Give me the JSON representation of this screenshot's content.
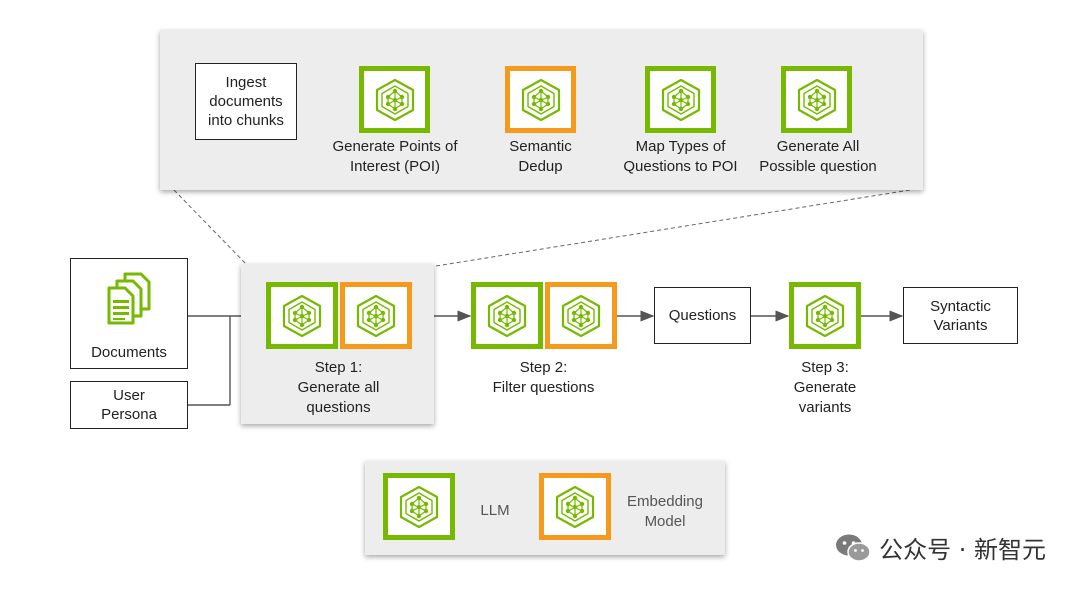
{
  "top_flow": {
    "ingest": "Ingest\ndocuments\ninto chunks",
    "steps": [
      {
        "label": "Generate Points of\nInterest (POI)",
        "model": "llm"
      },
      {
        "label": "Semantic\nDedup",
        "model": "embedding"
      },
      {
        "label": "Map Types of\nQuestions to POI",
        "model": "llm"
      },
      {
        "label": "Generate All\nPossible question",
        "model": "llm"
      }
    ]
  },
  "main_flow": {
    "documents": "Documents",
    "user_persona": "User\nPersona",
    "step1": "Step 1:\nGenerate all\nquestions",
    "step2": "Step 2:\nFilter questions",
    "questions": "Questions",
    "step3": "Step 3:\nGenerate\nvariants",
    "syntactic_variants": "Syntactic\nVariants"
  },
  "legend": {
    "llm": "LLM",
    "embedding": "Embedding\nModel"
  },
  "colors": {
    "llm_border": "#76b900",
    "embedding_border": "#f59a1c",
    "icon_green": "#76b900",
    "panel": "#ededed"
  },
  "icons": {
    "node": "neural-cube-icon",
    "documents": "documents-icon",
    "watermark": "wechat-icon"
  },
  "watermark": {
    "text": "公众号 · 新智元"
  }
}
